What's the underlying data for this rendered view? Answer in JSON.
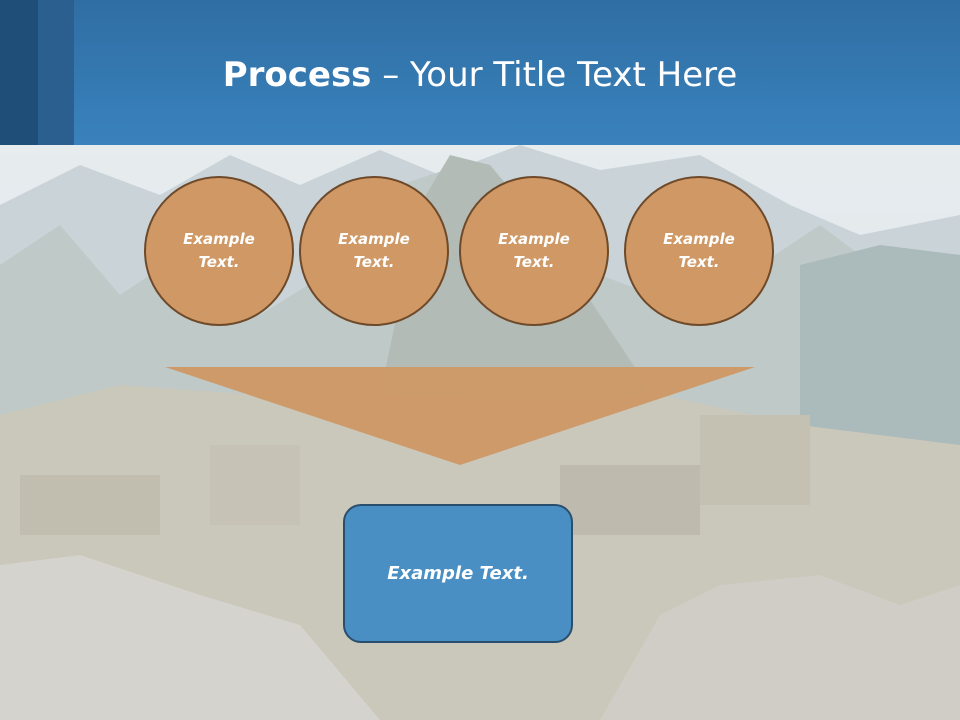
{
  "slide": {
    "title_bold": "Process",
    "title_rest": " – Your Title Text Here",
    "steps": [
      {
        "label": "Example Text."
      },
      {
        "label": "Example Text."
      },
      {
        "label": "Example Text."
      },
      {
        "label": "Example Text."
      }
    ],
    "result_label": "Example Text."
  },
  "colors": {
    "header": "#3a82bd",
    "circle_fill": "#cf9865",
    "circle_border": "#6e4a2a",
    "funnel_fill": "#cf9865",
    "result_fill": "#4a8fc4"
  }
}
